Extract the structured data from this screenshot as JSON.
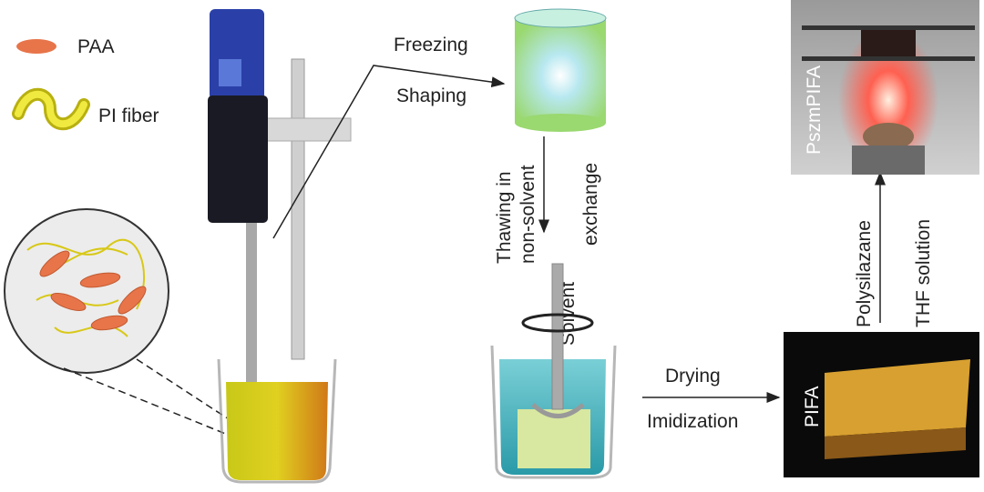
{
  "legend": {
    "paa": "PAA",
    "pi_fiber": "PI fiber"
  },
  "steps": {
    "freezing": "Freezing",
    "shaping": "Shaping",
    "thawing": "Thawing in",
    "non_solvent": "non-solvent",
    "solvent": "Solvent",
    "exchange": "exchange",
    "drying": "Drying",
    "imidization": "Imidization",
    "polysilazane": "Polysilazane",
    "thf_solution": "THF solution"
  },
  "photos": {
    "pifa": "PIFA",
    "pszmpifa": "PszmPIFA"
  },
  "colors": {
    "paa": "#e8744a",
    "fiber": "#d8d020",
    "liquid1": "#d8c020",
    "liquid2": "#3aa6b0",
    "cylinder": "#a8e0c8"
  }
}
